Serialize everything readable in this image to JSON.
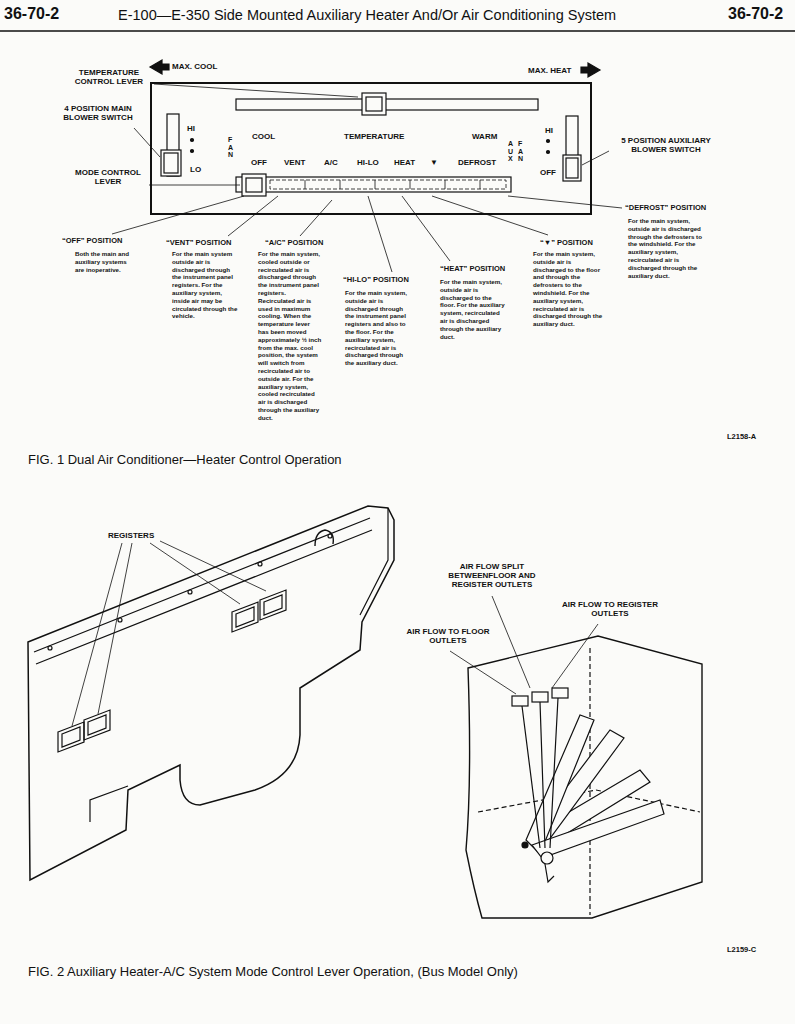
{
  "diagram": {
    "title": "E-100—E-350 Side Mounted Auxiliary Heater And/Or Air Conditioning System",
    "caption": "FIG. 1 Dual Air Conditioner—Heater Control Operation",
    "nodes": [
      {
        "text": [
          "HI",
          "LO",
          "FAN",
          "COOL",
          "TEMPERATURE",
          "WARM",
          "AUX",
          "FAN",
          "HI",
          "OFF",
          "OFF",
          "VENT",
          "A/C",
          "HI-LO",
          "HEAT",
          "▼",
          "DEFROST"
        ]
      }
    ],
    "labels": [
      "36-70-2",
      "36-70-2",
      "MAX. COOL",
      "MAX. HEAT",
      "TEMPERATURE CONTROL LEVER",
      "4 POSITION MAIN BLOWER SWITCH",
      "5 POSITION AUXILIARY BLOWER SWITCH",
      "MODE CONTROL LEVER",
      "“DEFROST” POSITION",
      "For the main system, outside air is discharged through the defrosters to the windshield. For the auxiliary system, recirculated air is discharged through the auxiliary duct.",
      "“OFF” POSITION",
      "Both the main and auxiliary systems are inoperative.",
      "“VENT” POSITION",
      "For the main system outside air is discharged through the instrument panel registers. For the auxiliary system, inside air may be circulated through the vehicle.",
      "“A/C” POSITION",
      "For the main system, cooled outside or recirculated air is discharged through the instrument panel registers. Recirculated air is used in maximum cooling. When the temperature lever has been moved approximately ½ inch from the max. cool position, the system will switch from recirculated air to outside air. For the auxiliary system, cooled recirculated air is discharged through the auxiliary duct.",
      "“▼” POSITION",
      "For the main system, outside air is discharged to the floor and through the defrosters to the windshield. For the auxiliary system, recirculated air is discharged through the auxiliary duct.",
      "“HEAT” POSITION",
      "For the main system, outside air is discharged to the floor. For the auxiliary system, recirculated air is discharged through the auxiliary duct.",
      "“HI-LO” POSITION",
      "For the main system, outside air is discharged through the instrument panel registers and also to the floor. For the auxiliary system, recirculated air is discharged through the auxiliary duct.",
      "L2158-A",
      "REGISTERS",
      "AIR FLOW SPLIT BETWEENFLOOR AND REGISTER OUTLETS",
      "AIR FLOW TO REGISTER OUTLETS",
      "AIR FLOW TO FLOOR OUTLETS",
      "L2159-C",
      "FIG. 2 Auxiliary Heater-A/C System Mode Control Lever Operation, (Bus Model Only)"
    ]
  }
}
